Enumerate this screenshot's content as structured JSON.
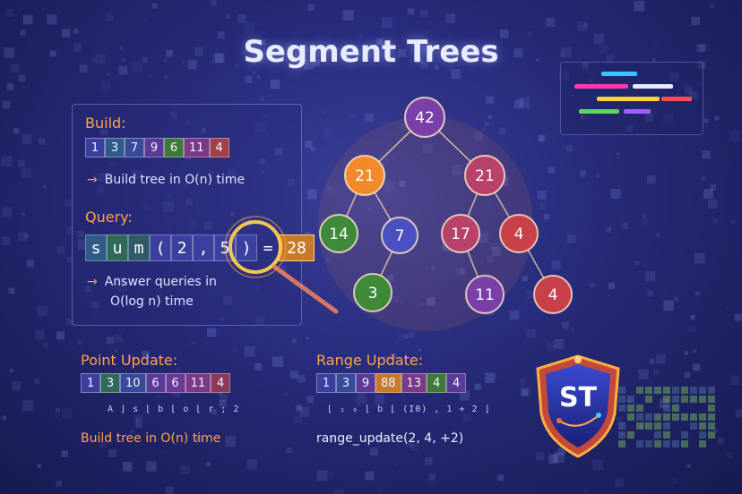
{
  "title": "Segment Trees",
  "build": {
    "label": "Build:",
    "array": [
      "1",
      "3",
      "7",
      "9",
      "6",
      "11",
      "4"
    ],
    "note": "Build tree in O(n) time"
  },
  "query": {
    "label": "Query:",
    "expr": [
      "s",
      "u",
      "m",
      "(",
      "2",
      ",",
      "5",
      ")"
    ],
    "equals": "=",
    "result": "28",
    "note_line1": "Answer queries in",
    "note_line2": "O(log n) time"
  },
  "tree": {
    "nodes": [
      {
        "id": "root",
        "value": "42"
      },
      {
        "id": "l",
        "value": "21"
      },
      {
        "id": "r",
        "value": "21"
      },
      {
        "id": "ll",
        "value": "14"
      },
      {
        "id": "lr",
        "value": "7"
      },
      {
        "id": "rl",
        "value": "17"
      },
      {
        "id": "rr",
        "value": "4"
      },
      {
        "id": "lrl",
        "value": "3"
      },
      {
        "id": "rlr",
        "value": "11"
      },
      {
        "id": "rrr",
        "value": "4"
      }
    ]
  },
  "point_update": {
    "label": "Point Update:",
    "array": [
      "1",
      "3",
      "10",
      "6",
      "6",
      "11",
      "4"
    ],
    "garbled": "A ⌋ s ⌊ b ⌊ o ⌊ r ; 2",
    "note": "Build tree in O(n) time"
  },
  "range_update": {
    "label": "Range Update:",
    "array": [
      "1",
      "3",
      "9",
      "88",
      "13",
      "4",
      "4"
    ],
    "garbled": "⌊ ₁ ₀ ⌊ b ⌊ (I0) , 1 + 2 ⌋",
    "note": "range_update(2, 4, +2)"
  },
  "badge": {
    "text": "ST"
  },
  "colors": {
    "accent": "#ffa24a",
    "node_orange": "#f08a2a",
    "node_purple": "#7a3fa8",
    "node_pink": "#b8426a",
    "node_red": "#c8404a",
    "node_green": "#3f8a3a",
    "node_blue": "#4a50c0"
  }
}
